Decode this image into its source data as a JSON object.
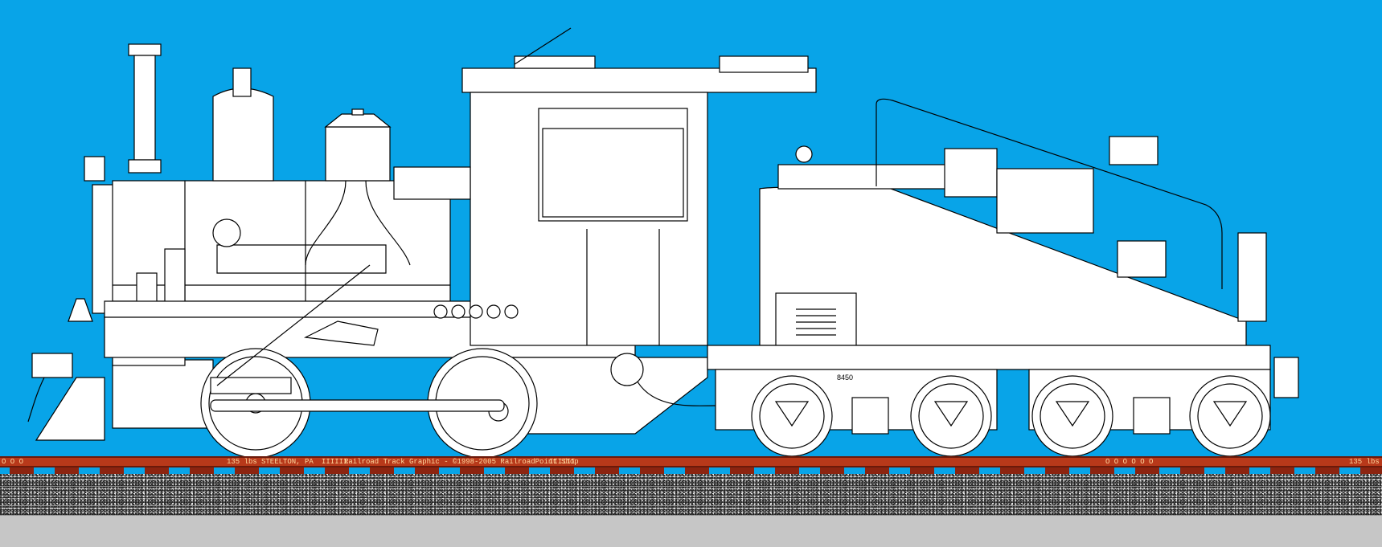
{
  "rail_text": {
    "left_box": "O O O",
    "weight_1": "135 lbs",
    "mill": "STEELTON, PA",
    "marks": "IIIIII",
    "credit": "Railroad Track Graphic - ©1998-2005 RailroadPoint Shop",
    "marks_2": "IIIIII",
    "right_box": "O O O  O O O",
    "weight_2": "135 lbs"
  },
  "tender_number_plate": "8450",
  "colors": {
    "sky": "#08a4e8",
    "rail": "#b8391a",
    "ties": "#8c2410",
    "ballast": "#8a8a8a",
    "ground": "#c6c6c6",
    "locomotive": "#ffffff"
  }
}
